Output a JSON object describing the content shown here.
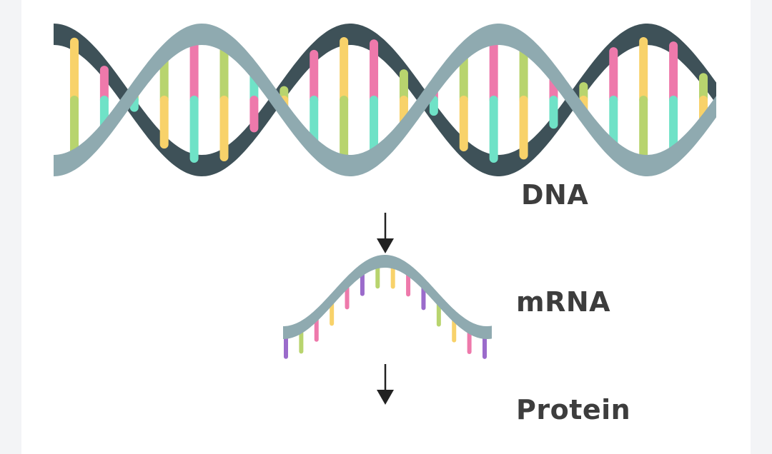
{
  "labels": {
    "dna": "DNA",
    "mrna": "mRNA",
    "protein": "Protein"
  },
  "colors": {
    "strand_light": "#8faab0",
    "strand_dark": "#3e5158",
    "pink": "#ee79ab",
    "yellow": "#f8d26a",
    "green": "#b8d46e",
    "teal": "#6fe2c7",
    "purple": "#9b6bcb",
    "arrow": "#222222",
    "text": "#3d3d3d"
  },
  "dna": {
    "base_pairs": [
      [
        "yellow",
        "green"
      ],
      [
        "pink",
        "teal"
      ],
      [
        "green",
        "teal"
      ],
      [
        "green",
        "yellow"
      ],
      [
        "pink",
        "teal"
      ],
      [
        "green",
        "yellow"
      ],
      [
        "teal",
        "pink"
      ],
      [
        "green",
        "yellow"
      ],
      [
        "pink",
        "teal"
      ],
      [
        "yellow",
        "green"
      ],
      [
        "pink",
        "teal"
      ],
      [
        "green",
        "yellow"
      ],
      [
        "pink",
        "teal"
      ],
      [
        "green",
        "yellow"
      ],
      [
        "pink",
        "teal"
      ],
      [
        "green",
        "yellow"
      ],
      [
        "pink",
        "teal"
      ],
      [
        "green",
        "yellow"
      ],
      [
        "pink",
        "teal"
      ],
      [
        "yellow",
        "green"
      ],
      [
        "pink",
        "teal"
      ],
      [
        "green",
        "yellow"
      ]
    ]
  },
  "mrna": {
    "bases": [
      "purple",
      "green",
      "pink",
      "yellow",
      "pink",
      "purple",
      "green",
      "yellow",
      "pink",
      "purple",
      "green",
      "yellow",
      "pink",
      "purple"
    ]
  }
}
